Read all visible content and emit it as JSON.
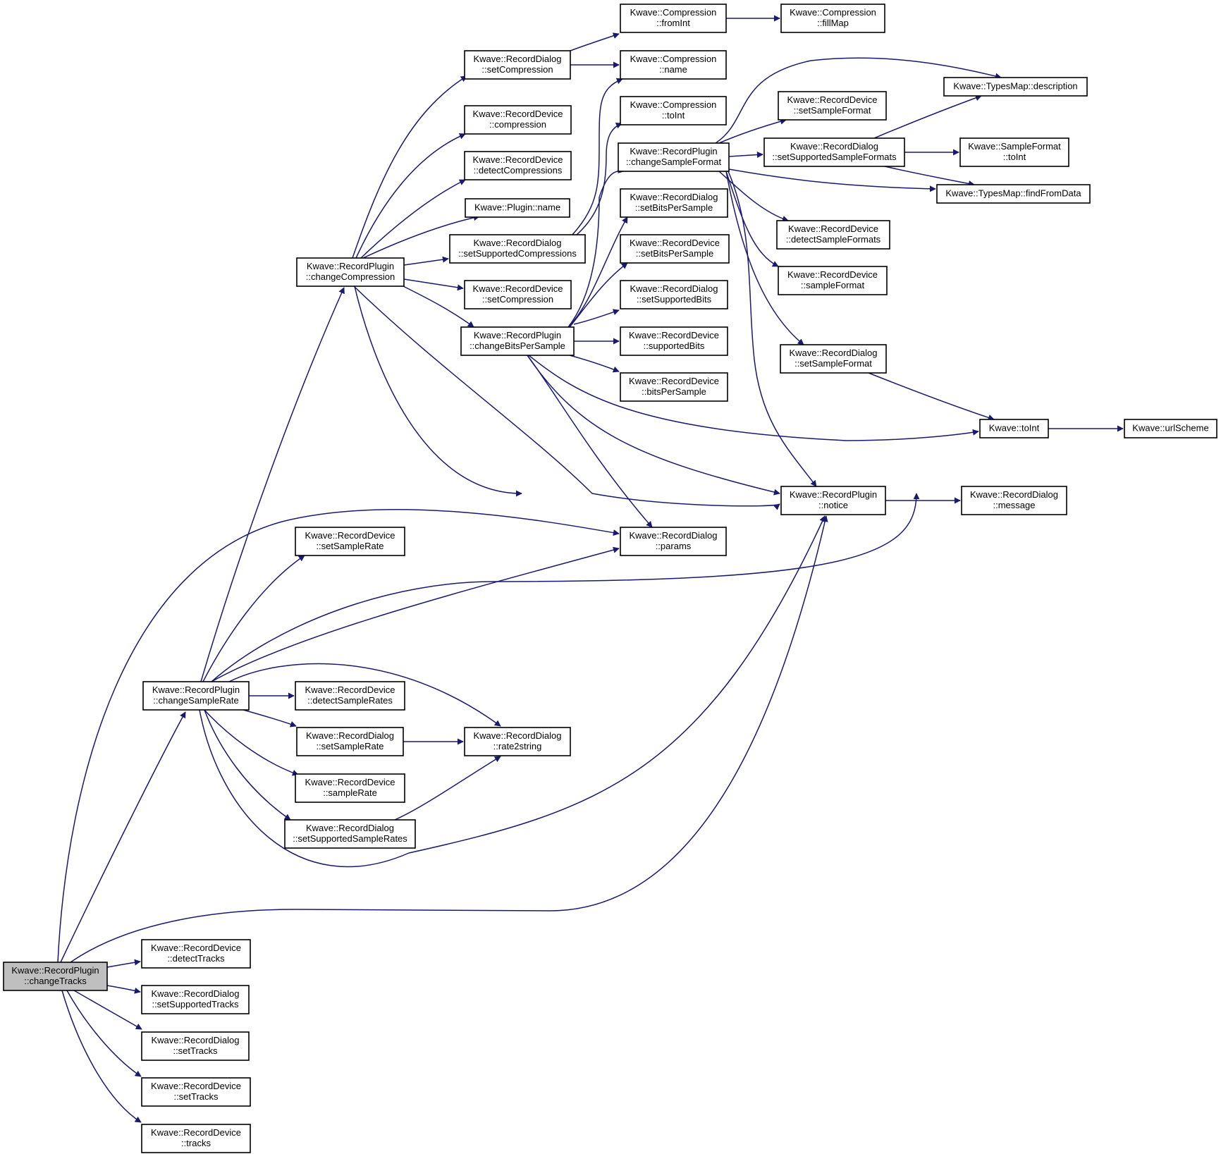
{
  "graph": {
    "title": "",
    "root": "changeTracks",
    "colors": {
      "edge": "#191970",
      "node_border": "#000000",
      "root_fill": "#bfbfbf",
      "node_fill": "#ffffff"
    },
    "nodes": [
      {
        "id": "changeTracks",
        "lines": [
          "Kwave::RecordPlugin",
          "::changeTracks"
        ]
      },
      {
        "id": "changeSampleRate",
        "lines": [
          "Kwave::RecordPlugin",
          "::changeSampleRate"
        ]
      },
      {
        "id": "changeCompression",
        "lines": [
          "Kwave::RecordPlugin",
          "::changeCompression"
        ]
      },
      {
        "id": "changeBitsPerSample",
        "lines": [
          "Kwave::RecordPlugin",
          "::changeBitsPerSample"
        ]
      },
      {
        "id": "changeSampleFormat",
        "lines": [
          "Kwave::RecordPlugin",
          "::changeSampleFormat"
        ]
      },
      {
        "id": "notice",
        "lines": [
          "Kwave::RecordPlugin",
          "::notice"
        ]
      },
      {
        "id": "dlgSetCompression",
        "lines": [
          "Kwave::RecordDialog",
          "::setCompression"
        ]
      },
      {
        "id": "devCompression",
        "lines": [
          "Kwave::RecordDevice",
          "::compression"
        ]
      },
      {
        "id": "devDetectCompressions",
        "lines": [
          "Kwave::RecordDevice",
          "::detectCompressions"
        ]
      },
      {
        "id": "pluginName",
        "lines": [
          "Kwave::Plugin::name"
        ]
      },
      {
        "id": "dlgSetSupportedCompressions",
        "lines": [
          "Kwave::RecordDialog",
          "::setSupportedCompressions"
        ]
      },
      {
        "id": "devSetCompression",
        "lines": [
          "Kwave::RecordDevice",
          "::setCompression"
        ]
      },
      {
        "id": "compFromInt",
        "lines": [
          "Kwave::Compression",
          "::fromInt"
        ]
      },
      {
        "id": "compFillMap",
        "lines": [
          "Kwave::Compression",
          "::fillMap"
        ]
      },
      {
        "id": "compName",
        "lines": [
          "Kwave::Compression",
          "::name"
        ]
      },
      {
        "id": "compToInt",
        "lines": [
          "Kwave::Compression",
          "::toInt"
        ]
      },
      {
        "id": "dlgSetBitsPerSample",
        "lines": [
          "Kwave::RecordDialog",
          "::setBitsPerSample"
        ]
      },
      {
        "id": "devSetBitsPerSample",
        "lines": [
          "Kwave::RecordDevice",
          "::setBitsPerSample"
        ]
      },
      {
        "id": "dlgSetSupportedBits",
        "lines": [
          "Kwave::RecordDialog",
          "::setSupportedBits"
        ]
      },
      {
        "id": "devSupportedBits",
        "lines": [
          "Kwave::RecordDevice",
          "::supportedBits"
        ]
      },
      {
        "id": "devBitsPerSample",
        "lines": [
          "Kwave::RecordDevice",
          "::bitsPerSample"
        ]
      },
      {
        "id": "devSetSampleFormat",
        "lines": [
          "Kwave::RecordDevice",
          "::setSampleFormat"
        ]
      },
      {
        "id": "dlgSetSupportedSampleFormats",
        "lines": [
          "Kwave::RecordDialog",
          "::setSupportedSampleFormats"
        ]
      },
      {
        "id": "devDetectSampleFormats",
        "lines": [
          "Kwave::RecordDevice",
          "::detectSampleFormats"
        ]
      },
      {
        "id": "devSampleFormat",
        "lines": [
          "Kwave::RecordDevice",
          "::sampleFormat"
        ]
      },
      {
        "id": "dlgSetSampleFormat",
        "lines": [
          "Kwave::RecordDialog",
          "::setSampleFormat"
        ]
      },
      {
        "id": "typesMapDescription",
        "lines": [
          "Kwave::TypesMap::description"
        ]
      },
      {
        "id": "sampleFormatToInt",
        "lines": [
          "Kwave::SampleFormat",
          "::toInt"
        ]
      },
      {
        "id": "typesMapFindFromData",
        "lines": [
          "Kwave::TypesMap::findFromData"
        ]
      },
      {
        "id": "kwaveToInt",
        "lines": [
          "Kwave::toInt"
        ]
      },
      {
        "id": "kwaveUrlScheme",
        "lines": [
          "Kwave::urlScheme"
        ]
      },
      {
        "id": "dlgMessage",
        "lines": [
          "Kwave::RecordDialog",
          "::message"
        ]
      },
      {
        "id": "dlgParams",
        "lines": [
          "Kwave::RecordDialog",
          "::params"
        ]
      },
      {
        "id": "devSetSampleRate",
        "lines": [
          "Kwave::RecordDevice",
          "::setSampleRate"
        ]
      },
      {
        "id": "devDetectSampleRates",
        "lines": [
          "Kwave::RecordDevice",
          "::detectSampleRates"
        ]
      },
      {
        "id": "dlgSetSampleRate",
        "lines": [
          "Kwave::RecordDialog",
          "::setSampleRate"
        ]
      },
      {
        "id": "dlgRate2string",
        "lines": [
          "Kwave::RecordDialog",
          "::rate2string"
        ]
      },
      {
        "id": "devSampleRate",
        "lines": [
          "Kwave::RecordDevice",
          "::sampleRate"
        ]
      },
      {
        "id": "dlgSetSupportedSampleRates",
        "lines": [
          "Kwave::RecordDialog",
          "::setSupportedSampleRates"
        ]
      },
      {
        "id": "devDetectTracks",
        "lines": [
          "Kwave::RecordDevice",
          "::detectTracks"
        ]
      },
      {
        "id": "dlgSetSupportedTracks",
        "lines": [
          "Kwave::RecordDialog",
          "::setSupportedTracks"
        ]
      },
      {
        "id": "dlgSetTracks",
        "lines": [
          "Kwave::RecordDialog",
          "::setTracks"
        ]
      },
      {
        "id": "devSetTracks",
        "lines": [
          "Kwave::RecordDevice",
          "::setTracks"
        ]
      },
      {
        "id": "devTracks",
        "lines": [
          "Kwave::RecordDevice",
          "::tracks"
        ]
      }
    ],
    "edges": [
      [
        "changeTracks",
        "changeSampleRate"
      ],
      [
        "changeTracks",
        "dlgParams"
      ],
      [
        "changeTracks",
        "notice"
      ],
      [
        "changeTracks",
        "devDetectTracks"
      ],
      [
        "changeTracks",
        "dlgSetSupportedTracks"
      ],
      [
        "changeTracks",
        "dlgSetTracks"
      ],
      [
        "changeTracks",
        "devSetTracks"
      ],
      [
        "changeTracks",
        "devTracks"
      ],
      [
        "changeSampleRate",
        "changeCompression"
      ],
      [
        "changeSampleRate",
        "devSetSampleRate"
      ],
      [
        "changeSampleRate",
        "dlgParams"
      ],
      [
        "changeSampleRate",
        "kwaveToInt"
      ],
      [
        "changeSampleRate",
        "dlgRate2string"
      ],
      [
        "changeSampleRate",
        "devDetectSampleRates"
      ],
      [
        "changeSampleRate",
        "dlgSetSampleRate"
      ],
      [
        "changeSampleRate",
        "devSampleRate"
      ],
      [
        "changeSampleRate",
        "dlgSetSupportedSampleRates"
      ],
      [
        "changeSampleRate",
        "notice"
      ],
      [
        "dlgSetSampleRate",
        "dlgRate2string"
      ],
      [
        "dlgSetSupportedSampleRates",
        "dlgRate2string"
      ],
      [
        "changeCompression",
        "dlgSetCompression"
      ],
      [
        "changeCompression",
        "devCompression"
      ],
      [
        "changeCompression",
        "devDetectCompressions"
      ],
      [
        "changeCompression",
        "pluginName"
      ],
      [
        "changeCompression",
        "dlgSetSupportedCompressions"
      ],
      [
        "changeCompression",
        "devSetCompression"
      ],
      [
        "changeCompression",
        "changeBitsPerSample"
      ],
      [
        "changeCompression",
        "dlgParams"
      ],
      [
        "changeCompression",
        "notice"
      ],
      [
        "dlgSetCompression",
        "compFromInt"
      ],
      [
        "dlgSetCompression",
        "compName"
      ],
      [
        "compFromInt",
        "compFillMap"
      ],
      [
        "dlgSetSupportedCompressions",
        "compName"
      ],
      [
        "dlgSetSupportedCompressions",
        "compToInt"
      ],
      [
        "changeBitsPerSample",
        "changeSampleFormat"
      ],
      [
        "changeBitsPerSample",
        "dlgSetBitsPerSample"
      ],
      [
        "changeBitsPerSample",
        "devSetBitsPerSample"
      ],
      [
        "changeBitsPerSample",
        "dlgSetSupportedBits"
      ],
      [
        "changeBitsPerSample",
        "devSupportedBits"
      ],
      [
        "changeBitsPerSample",
        "devBitsPerSample"
      ],
      [
        "changeBitsPerSample",
        "kwaveToInt"
      ],
      [
        "changeBitsPerSample",
        "notice"
      ],
      [
        "changeBitsPerSample",
        "dlgParams"
      ],
      [
        "changeSampleFormat",
        "typesMapDescription"
      ],
      [
        "changeSampleFormat",
        "devSetSampleFormat"
      ],
      [
        "changeSampleFormat",
        "dlgSetSupportedSampleFormats"
      ],
      [
        "changeSampleFormat",
        "typesMapFindFromData"
      ],
      [
        "changeSampleFormat",
        "devDetectSampleFormats"
      ],
      [
        "changeSampleFormat",
        "devSampleFormat"
      ],
      [
        "changeSampleFormat",
        "dlgSetSampleFormat"
      ],
      [
        "changeSampleFormat",
        "notice"
      ],
      [
        "dlgSetSupportedSampleFormats",
        "typesMapDescription"
      ],
      [
        "dlgSetSupportedSampleFormats",
        "sampleFormatToInt"
      ],
      [
        "dlgSetSupportedSampleFormats",
        "typesMapFindFromData"
      ],
      [
        "dlgSetSampleFormat",
        "kwaveToInt"
      ],
      [
        "kwaveToInt",
        "kwaveUrlScheme"
      ],
      [
        "notice",
        "dlgMessage"
      ]
    ]
  }
}
